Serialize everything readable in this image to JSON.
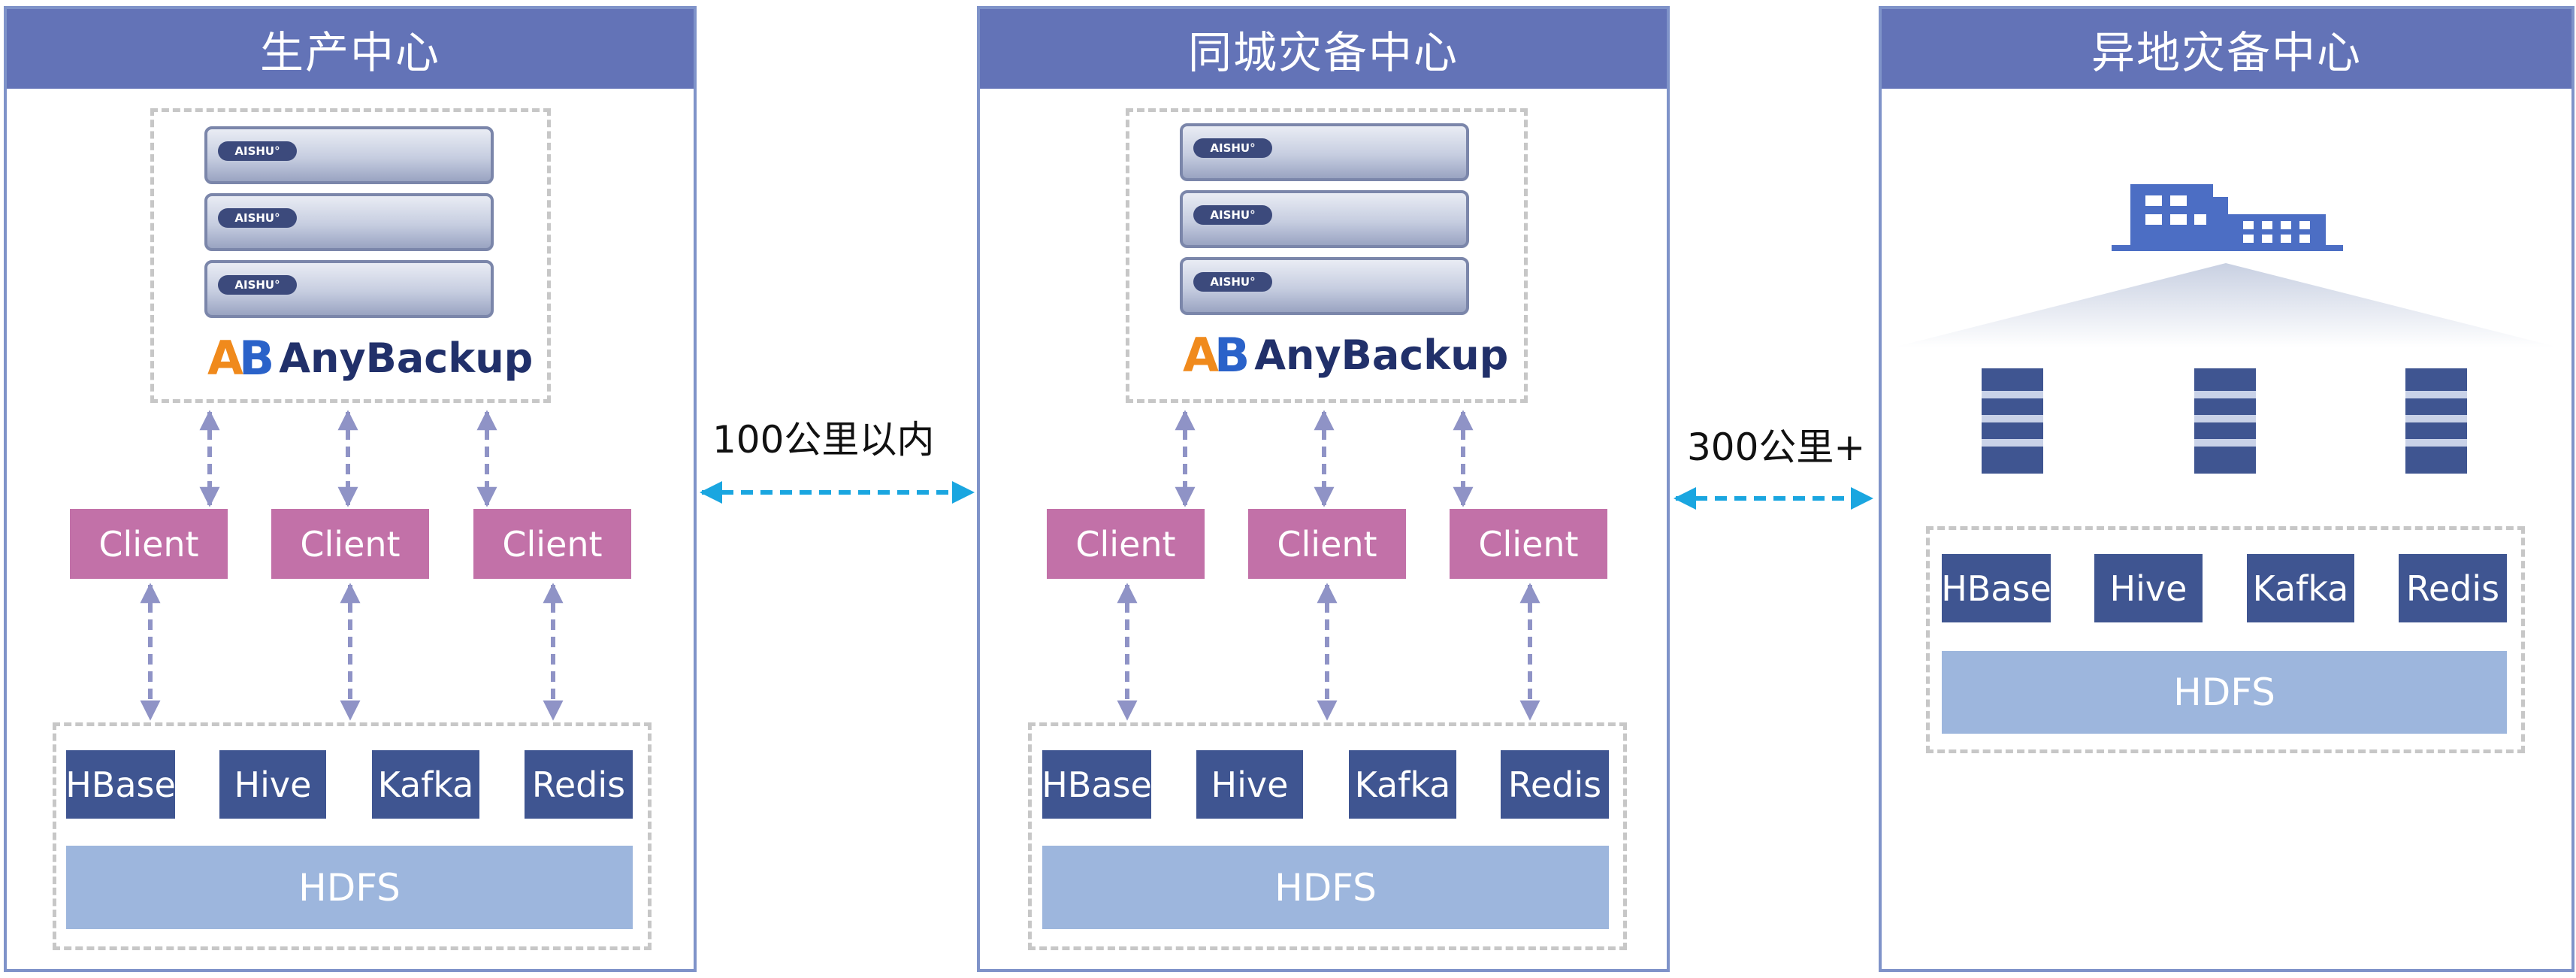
{
  "centers": {
    "production": {
      "title": "生产中心"
    },
    "same_city": {
      "title": "同城灾备中心"
    },
    "remote": {
      "title": "异地灾备中心"
    }
  },
  "server_tag": "AISHU°",
  "logo_text": "AnyBackup",
  "logo_mark": {
    "a": "A",
    "b": "B"
  },
  "client_label": "Client",
  "apps": [
    "HBase",
    "Hive",
    "Kafka",
    "Redis"
  ],
  "storage_label": "HDFS",
  "links": {
    "near": "100公里以内",
    "far": "300公里+"
  },
  "colors": {
    "header": "#6373b7",
    "client": "#c271a8",
    "app": "#3f5591",
    "hdfs": "#9db6dd",
    "link": "#1aa6e0",
    "internal_arrow": "#8f93c6"
  }
}
